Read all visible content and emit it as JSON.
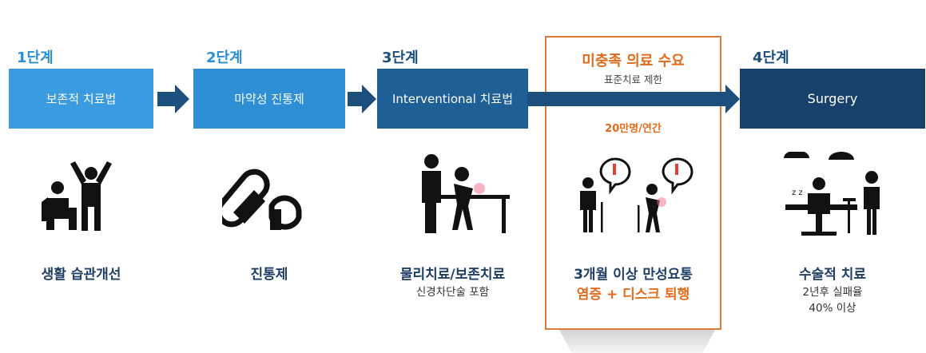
{
  "stages": [
    {
      "number": "1단계",
      "title": "보존적 치료법",
      "caption": "생활 습관개선",
      "color": "#3a9be0"
    },
    {
      "number": "2단계",
      "title": "마약성 진통제",
      "caption": "진통제",
      "color": "#2e8fd4"
    },
    {
      "number": "3단계",
      "title": "Interventional 치료법",
      "caption": "물리치료/보존치료",
      "sub": "신경차단술 포함",
      "color": "#1e5f96"
    },
    {
      "number": "4단계",
      "title": "Surgery",
      "caption": "수술적 치료",
      "sub1": "2년후 실패율",
      "sub2": "40% 이상",
      "color": "#17406a"
    }
  ],
  "unmet": {
    "title": "미충족 의료 수요",
    "subtitle": "표준치료 제한",
    "stat": "20만명/연간",
    "caption1": "3개월 이상 만성요통",
    "caption2": "염증 + 디스크 퇴행"
  },
  "colors": {
    "accent_orange": "#e06c1c",
    "arrow": "#1d4f7c"
  }
}
